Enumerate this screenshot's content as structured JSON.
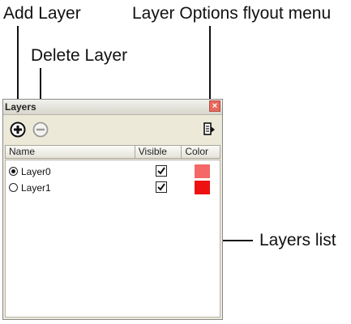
{
  "callouts": {
    "add_layer": "Add Layer",
    "delete_layer": "Delete Layer",
    "layer_options": "Layer Options flyout menu",
    "layers_list": "Layers list"
  },
  "panel": {
    "title": "Layers",
    "close_glyph": "×",
    "toolbar": {
      "add_icon": "add-circle-icon",
      "delete_icon": "remove-circle-icon",
      "options_icon": "flyout-menu-icon"
    },
    "columns": [
      "Name",
      "Visible",
      "Color"
    ],
    "layers": [
      {
        "name": "Layer0",
        "active": true,
        "visible": true,
        "color": "#f46868"
      },
      {
        "name": "Layer1",
        "active": false,
        "visible": true,
        "color": "#ee1111"
      }
    ]
  },
  "colors": {
    "panel_bg": "#ece9d8",
    "close_button": "#e86a5e"
  }
}
